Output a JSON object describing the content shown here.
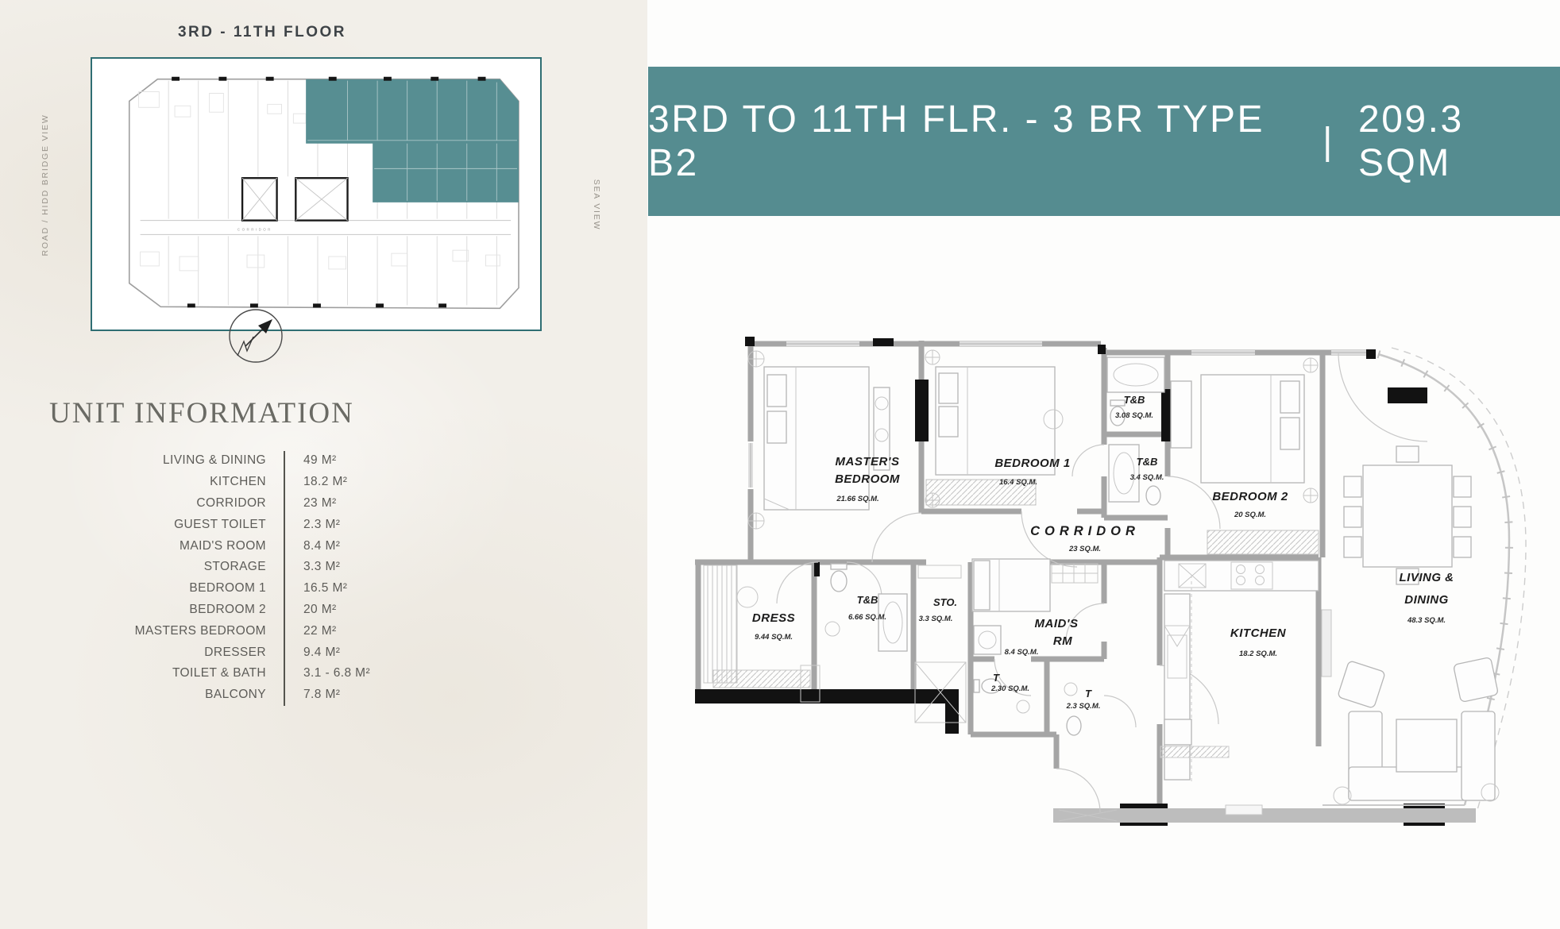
{
  "left_panel": {
    "keyplan_title": "3RD - 11TH FLOOR",
    "road_view_label": "ROAD / HIDD BRIDGE VIEW",
    "sea_view_label": "SEA VIEW",
    "keyplan": {
      "corridor_label": "CORRIDOR"
    },
    "unit_information": {
      "heading": "UNIT INFORMATION",
      "rows": [
        {
          "label": "LIVING & DINING",
          "value": "49 M²"
        },
        {
          "label": "KITCHEN",
          "value": "18.2 M²"
        },
        {
          "label": "CORRIDOR",
          "value": "23 M²"
        },
        {
          "label": "GUEST TOILET",
          "value": "2.3 M²"
        },
        {
          "label": "MAID'S ROOM",
          "value": "8.4 M²"
        },
        {
          "label": "STORAGE",
          "value": "3.3 M²"
        },
        {
          "label": "BEDROOM 1",
          "value": "16.5 M²"
        },
        {
          "label": "BEDROOM 2",
          "value": "20 M²"
        },
        {
          "label": "MASTERS BEDROOM",
          "value": "22 M²"
        },
        {
          "label": "DRESSER",
          "value": "9.4 M²"
        },
        {
          "label": "TOILET & BATH",
          "value": "3.1 - 6.8 M²"
        },
        {
          "label": "BALCONY",
          "value": "7.8 M²"
        }
      ]
    }
  },
  "banner": {
    "title": "3RD TO 11TH FLR. - 3 BR TYPE B2",
    "separator": "|",
    "area": "209.3 SQM",
    "bg_color": "#558c90"
  },
  "floor_plan": {
    "rooms": {
      "master": {
        "l1": "MASTER'S",
        "l2": "BEDROOM",
        "area": "21.66 SQ.M."
      },
      "bedroom1": {
        "l1": "BEDROOM 1",
        "area": "16.4 SQ.M."
      },
      "tb308": {
        "l1": "T&B",
        "area": "3.08 SQ.M."
      },
      "tb34": {
        "l1": "T&B",
        "area": "3.4 SQ.M."
      },
      "bedroom2": {
        "l1": "BEDROOM 2",
        "area": "20 SQ.M."
      },
      "corridor": {
        "l1": "CORRIDOR",
        "area": "23 SQ.M."
      },
      "dress": {
        "l1": "DRESS",
        "area": "9.44 SQ.M."
      },
      "tb666": {
        "l1": "T&B",
        "area": "6.66 SQ.M."
      },
      "sto": {
        "l1": "STO.",
        "area": "3.3 SQ.M."
      },
      "maid": {
        "l1": "MAID'S",
        "l2": "RM",
        "area": "8.4 SQ.M."
      },
      "t230": {
        "l1": "T",
        "area": "2.30 SQ.M."
      },
      "t23": {
        "l1": "T",
        "area": "2.3 SQ.M."
      },
      "kitchen": {
        "l1": "KITCHEN",
        "area": "18.2 SQ.M."
      },
      "living": {
        "l1": "LIVING &",
        "l2": "DINING",
        "area": "48.3 SQ.M."
      }
    },
    "unit_fill_color": "#578e92"
  },
  "colors": {
    "banner_teal": "#558c90",
    "keyplan_border": "#2f6e73",
    "panel_beige": "#f2efe9"
  }
}
